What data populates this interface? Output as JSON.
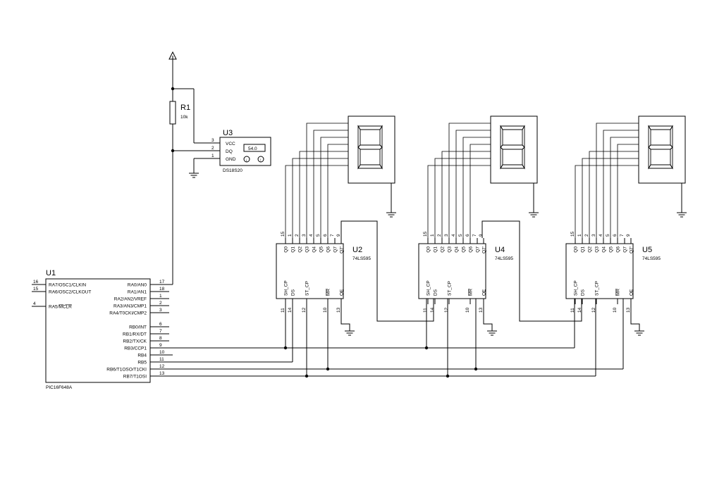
{
  "power": {
    "vcc_symbol": "vcc-arrow"
  },
  "r1": {
    "ref": "R1",
    "value": "10k"
  },
  "u1": {
    "ref": "U1",
    "part": "PIC16F648A",
    "left_pins": [
      {
        "num": "16",
        "name": "RA7/OSC1/CLKIN"
      },
      {
        "num": "15",
        "name": "RA6/OSC2/CLKOUT"
      },
      {
        "num": "4",
        "name": "RA5/MCLR"
      }
    ],
    "right_pins": [
      {
        "num": "17",
        "name": "RA0/AN0"
      },
      {
        "num": "18",
        "name": "RA1/AN1"
      },
      {
        "num": "1",
        "name": "RA2/AN2/VREF"
      },
      {
        "num": "2",
        "name": "RA3/AN3/CMP1"
      },
      {
        "num": "3",
        "name": "RA4/T0CKI/CMP2"
      },
      {
        "num": "6",
        "name": "RB0/INT"
      },
      {
        "num": "7",
        "name": "RB1/RX/DT"
      },
      {
        "num": "8",
        "name": "RB2/TX/CK"
      },
      {
        "num": "9",
        "name": "RB3/CCP1"
      },
      {
        "num": "10",
        "name": "RB4"
      },
      {
        "num": "11",
        "name": "RB5"
      },
      {
        "num": "12",
        "name": "RB6/T1OSO/T1CKI"
      },
      {
        "num": "13",
        "name": "RB7/T1OSI"
      }
    ]
  },
  "u3": {
    "ref": "U3",
    "part": "DS18S20",
    "display": "54.0",
    "pins": [
      {
        "num": "3",
        "name": "VCC"
      },
      {
        "num": "2",
        "name": "DQ"
      },
      {
        "num": "1",
        "name": "GND"
      }
    ]
  },
  "shift_registers": [
    {
      "ref": "U2",
      "part": "74LS595"
    },
    {
      "ref": "U4",
      "part": "74LS595"
    },
    {
      "ref": "U5",
      "part": "74LS595"
    }
  ],
  "sr_top_pins": [
    {
      "num": "15",
      "name": "Q0"
    },
    {
      "num": "1",
      "name": "Q1"
    },
    {
      "num": "2",
      "name": "Q2"
    },
    {
      "num": "3",
      "name": "Q3"
    },
    {
      "num": "4",
      "name": "Q4"
    },
    {
      "num": "5",
      "name": "Q5"
    },
    {
      "num": "6",
      "name": "Q6"
    },
    {
      "num": "7",
      "name": "Q7"
    },
    {
      "num": "9",
      "name": "Q7'"
    }
  ],
  "sr_bottom_pins": [
    {
      "num": "11",
      "name": "SH_CP"
    },
    {
      "num": "14",
      "name": "DS"
    },
    {
      "num": "12",
      "name": "ST_CP"
    },
    {
      "num": "10",
      "name": "MR"
    },
    {
      "num": "13",
      "name": "OE"
    }
  ]
}
